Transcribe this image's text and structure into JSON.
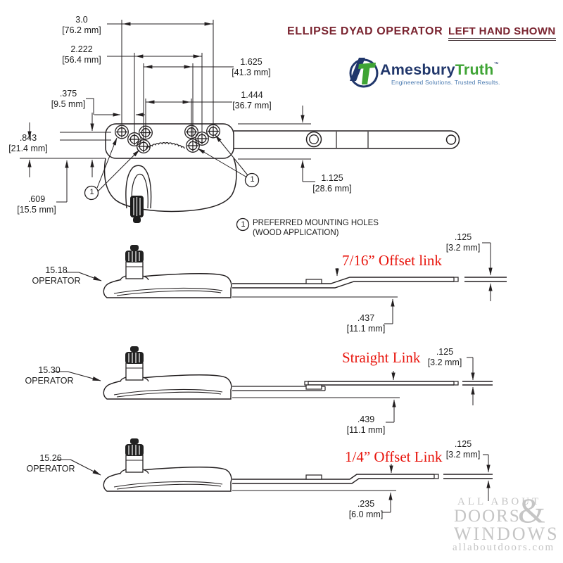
{
  "header": {
    "title": "ELLIPSE DYAD OPERATOR",
    "hand_note": "LEFT HAND SHOWN"
  },
  "logo": {
    "brand_part1": "Amesbury",
    "brand_part2": "Truth",
    "trademark": "™",
    "tagline": "Engineered Solutions. Trusted Results.",
    "blue": "#21376b",
    "green": "#3fa435"
  },
  "plan_view": {
    "dimensions": {
      "d30": {
        "inches": "3.0",
        "mm": "[76.2 mm]"
      },
      "d2222": {
        "inches": "2.222",
        "mm": "[56.4 mm]"
      },
      "d1625": {
        "inches": "1.625",
        "mm": "[41.3 mm]"
      },
      "d375": {
        "inches": ".375",
        "mm": "[9.5 mm]"
      },
      "d1444": {
        "inches": "1.444",
        "mm": "[36.7 mm]"
      },
      "d843": {
        "inches": ".843",
        "mm": "[21.4 mm]"
      },
      "d609": {
        "inches": ".609",
        "mm": "[15.5 mm]"
      },
      "d1125": {
        "inches": "1.125",
        "mm": "[28.6 mm]"
      }
    },
    "callout": {
      "number": "1",
      "note_line1": "PREFERRED MOUNTING HOLES",
      "note_line2": "(WOOD APPLICATION)"
    }
  },
  "side_views": [
    {
      "model": "15.18",
      "label": "OPERATOR",
      "link_type": "7/16” Offset link",
      "thickness_in": ".125",
      "thickness_mm": "[3.2 mm]",
      "offset_in": ".437",
      "offset_mm": "[11.1 mm]"
    },
    {
      "model": "15.30",
      "label": "OPERATOR",
      "link_type": "Straight Link",
      "thickness_in": ".125",
      "thickness_mm": "[3.2 mm]",
      "offset_in": ".439",
      "offset_mm": "[11.1 mm]"
    },
    {
      "model": "15.26",
      "label": "OPERATOR",
      "link_type": "1/4” Offset Link",
      "thickness_in": ".125",
      "thickness_mm": "[3.2 mm]",
      "offset_in": ".235",
      "offset_mm": "[6.0 mm]"
    }
  ],
  "watermark": {
    "line1": "ALL ABOUT",
    "ampersand": "&",
    "line2": "DOORS",
    "line3": "WINDOWS",
    "url": "allaboutdoors.com"
  },
  "colors": {
    "accent_red": "#e8150d",
    "title_maroon": "#7a2430",
    "line_black": "#231f20",
    "watermark_gray": "#c5c5c5"
  }
}
